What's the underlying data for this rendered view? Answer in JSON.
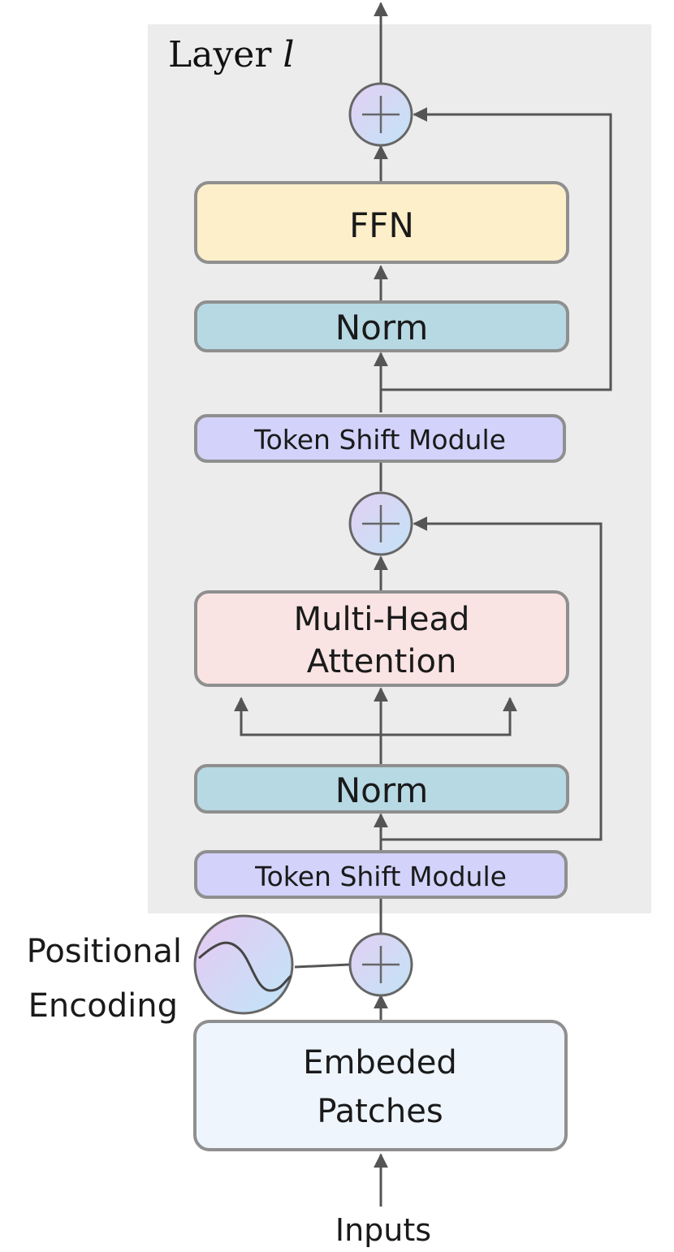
{
  "layer_title": {
    "prefix": "Layer ",
    "var": "l"
  },
  "boxes": {
    "ffn": "FFN",
    "norm_top": "Norm",
    "token_shift_top": "Token Shift Module",
    "mha_line1": "Multi-Head",
    "mha_line2": "Attention",
    "norm_bottom": "Norm",
    "token_shift_bottom": "Token Shift Module",
    "embed_line1": "Embeded",
    "embed_line2": "Patches"
  },
  "positional_encoding": {
    "line1": "Positional",
    "line2": "Encoding"
  },
  "inputs_label": "Inputs",
  "colors": {
    "layer_background": "#ececec",
    "ffn": "#fcefc9",
    "norm": "#b6d9e4",
    "token_shift": "#d2d2fa",
    "attention": "#fae3e3",
    "embed": "#eef5fc",
    "border": "#8f8f8f",
    "arrow": "#555555"
  },
  "icons": {
    "adders": [
      "plus-circle-icon",
      "plus-circle-icon",
      "plus-circle-icon"
    ],
    "positional_encoding": "sine-wave-icon"
  }
}
